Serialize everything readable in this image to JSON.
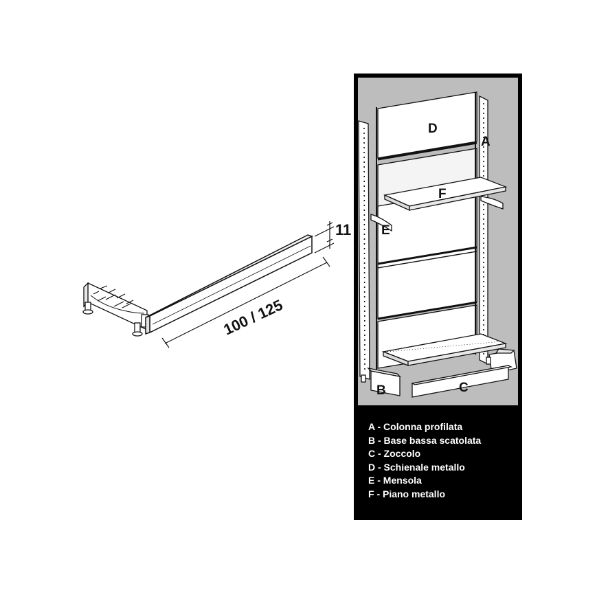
{
  "plinth": {
    "dimension_height": "11",
    "dimension_length": "100 / 125"
  },
  "unit_labels": {
    "a": "A",
    "b": "B",
    "c": "C",
    "d": "D",
    "e": "E",
    "f": "F"
  },
  "legend": [
    "A - Colonna profilata",
    "B - Base bassa scatolata",
    "C - Zoccolo",
    "D - Schienale metallo",
    "E - Mensola",
    "F - Piano metallo"
  ],
  "colors": {
    "panel_frame": "#000000",
    "panel_fill": "#bdbdbd",
    "line": "#111111",
    "part_fill": "#ffffff"
  }
}
